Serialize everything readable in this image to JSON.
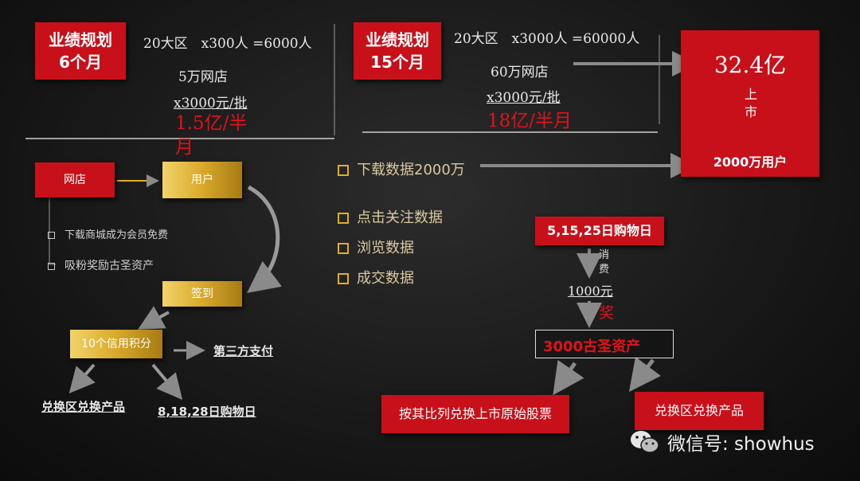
{
  "plan6": {
    "title_line1": "业绩规划",
    "title_line2": "6个月",
    "formula": "20大区　x300人 =6000人",
    "stores": "5万网店",
    "price": "x3000元/批",
    "result_line1": "1.5亿/半",
    "result_line2": "月"
  },
  "plan15": {
    "title_line1": "业绩规划",
    "title_line2": "15个月",
    "formula": "20大区　x3000人 =60000人",
    "stores": "60万网店",
    "price": "x3000元/批",
    "result": "18亿/半月"
  },
  "ipo": {
    "amount": "32.4亿",
    "label_line1": "上",
    "label_line2": "市",
    "users": "2000万用户"
  },
  "flow": {
    "store": "网店",
    "user": "用户",
    "bullet1": "下载商城成为会员免费",
    "bullet2": "吸粉奖励古圣资产",
    "checkin": "签到",
    "credits": "10个信用积分",
    "third_party": "第三方支付",
    "exchange": "兑换区兑换产品",
    "shopping_days": "8,18,28日购物日"
  },
  "data_points": [
    "下载数据2000万",
    "点击关注数据",
    "浏览数据",
    "成交数据"
  ],
  "shopping": {
    "days": "5,15,25日购物日",
    "consume_line1": "消",
    "consume_line2": "费",
    "spend": "1000元",
    "reward": "奖",
    "asset": "3000古圣资产",
    "stock": "按其比列兑换上市原始股票",
    "exchange": "兑换区兑换产品"
  },
  "watermark": {
    "icon": "wechat-icon",
    "text": "微信号: showhus"
  },
  "colors": {
    "red": "#c8101a",
    "gold": "#d9a92a"
  }
}
